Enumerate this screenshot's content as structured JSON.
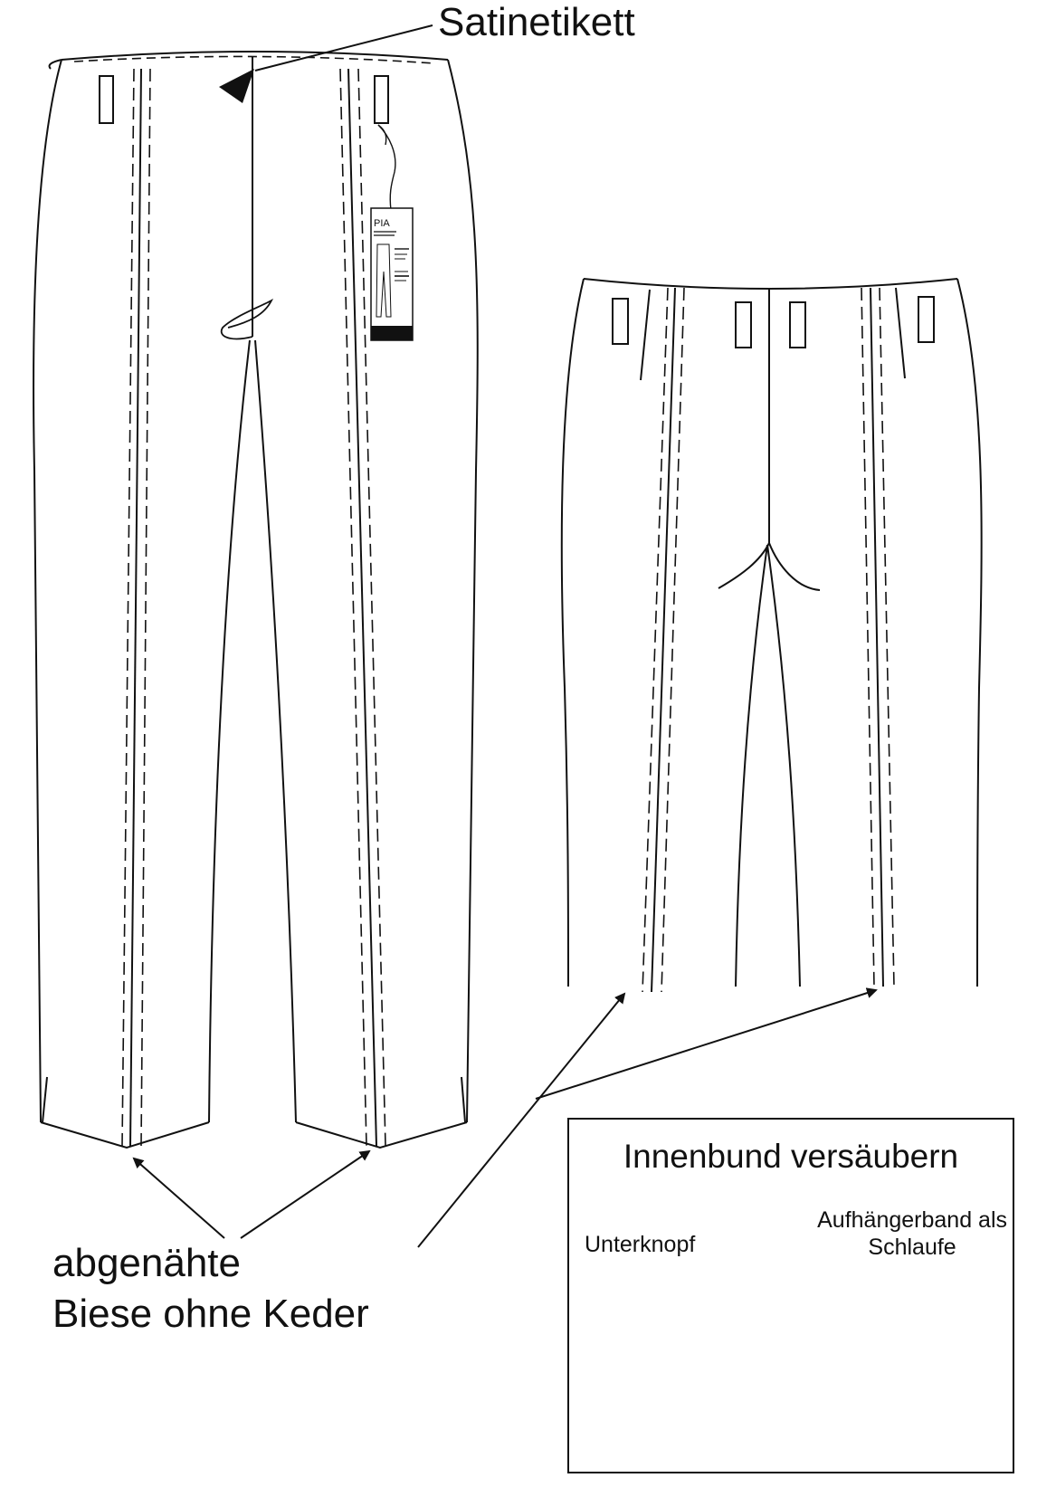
{
  "labels": {
    "satin_label": "Satinetikett",
    "piping_line1": "abgenähte",
    "piping_line2": "Biese ohne Keder"
  },
  "hang_tag": {
    "brand": "PIA"
  },
  "detail": {
    "title": "Innenbund versäubern",
    "left_label": "Unterknopf",
    "right_label_line1": "Aufhängerband als",
    "right_label_line2": "Schlaufe"
  },
  "colors": {
    "ink": "#111111",
    "waistband_fill": "#8c8c8c",
    "button_fill": "#111111",
    "background": "#ffffff"
  }
}
